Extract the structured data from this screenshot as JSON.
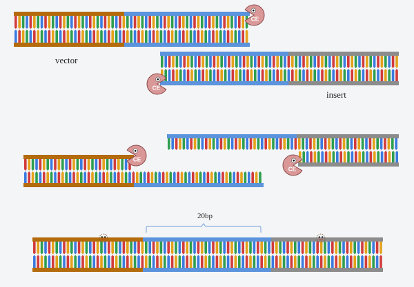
{
  "labels": {
    "vector": "vector",
    "insert": "insert",
    "overlap": "20bp",
    "enzyme": "CE"
  },
  "colors": {
    "vector": "#b36b0c",
    "overlap": "#5b93dc",
    "insert": "#8c8c8c",
    "bases": [
      "#d23b3b",
      "#3b7be0",
      "#2e9e4f",
      "#e3a21a"
    ],
    "enzyme": "#d99897",
    "enzyme_outline": "#8a4a4a",
    "background": "#f4f5f7"
  },
  "icons": {
    "enzyme": "pacman-enzyme-icon",
    "bracket": "bracket-icon",
    "product_smiley": "smiley-enzyme-icon"
  }
}
